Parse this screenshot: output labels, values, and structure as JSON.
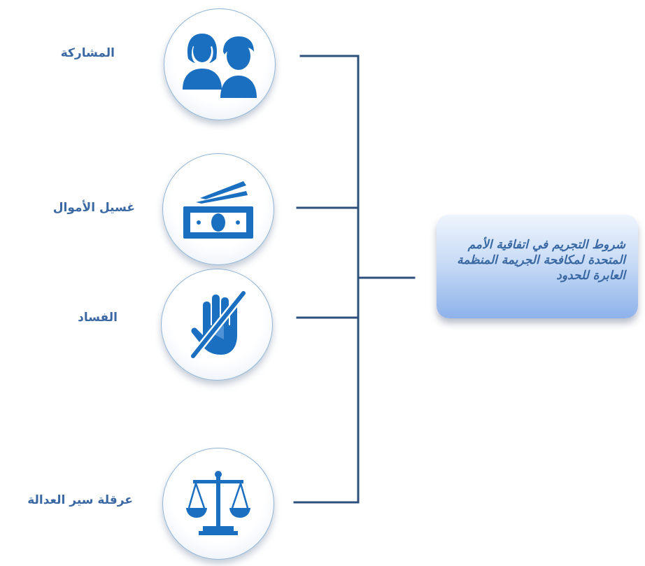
{
  "title": "شروط التجريم في اتفاقية الأمم المتحدة لمكافحة الجريمة المنظمة العابرة للحدود",
  "items": [
    {
      "label": "المشاركة",
      "icon": "people-icon"
    },
    {
      "label": "غسيل الأموال",
      "icon": "money-icon"
    },
    {
      "label": "الفساد",
      "icon": "no-bribe-hand-icon"
    },
    {
      "label": "عرقلة سير العدالة",
      "icon": "scales-of-justice-icon"
    }
  ],
  "colors": {
    "icon": "#1a6fc0",
    "line": "#2d4f7c",
    "label": "#3a68a3",
    "box_top": "#eef4fd",
    "box_bottom": "#8db2ea"
  }
}
